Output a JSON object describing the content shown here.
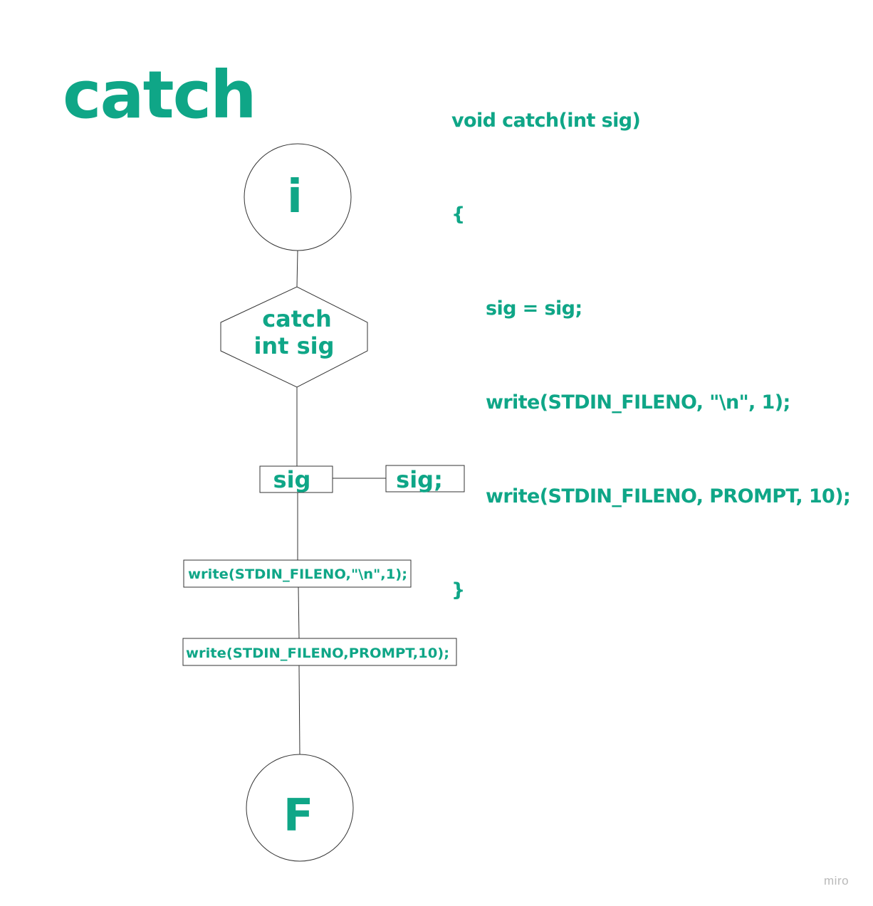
{
  "title": "catch",
  "flowchart": {
    "start": "i",
    "function": {
      "line1": "catch",
      "line2": "int sig"
    },
    "assign_var": "sig",
    "assign_value": "sig;",
    "write_newline": "write(STDIN_FILENO,\"\\n\",1);",
    "write_prompt": "write(STDIN_FILENO,PROMPT,10);",
    "end": "F"
  },
  "code": {
    "signature": "void catch(int sig)",
    "open_brace": "{",
    "body": [
      "sig = sig;",
      "write(STDIN_FILENO, \"\\n\", 1);",
      "write(STDIN_FILENO, PROMPT, 10);"
    ],
    "close_brace": "}"
  },
  "watermark": "miro",
  "colors": {
    "accent": "#0fa687",
    "stroke": "#333333",
    "watermark": "#b9b9b9"
  }
}
